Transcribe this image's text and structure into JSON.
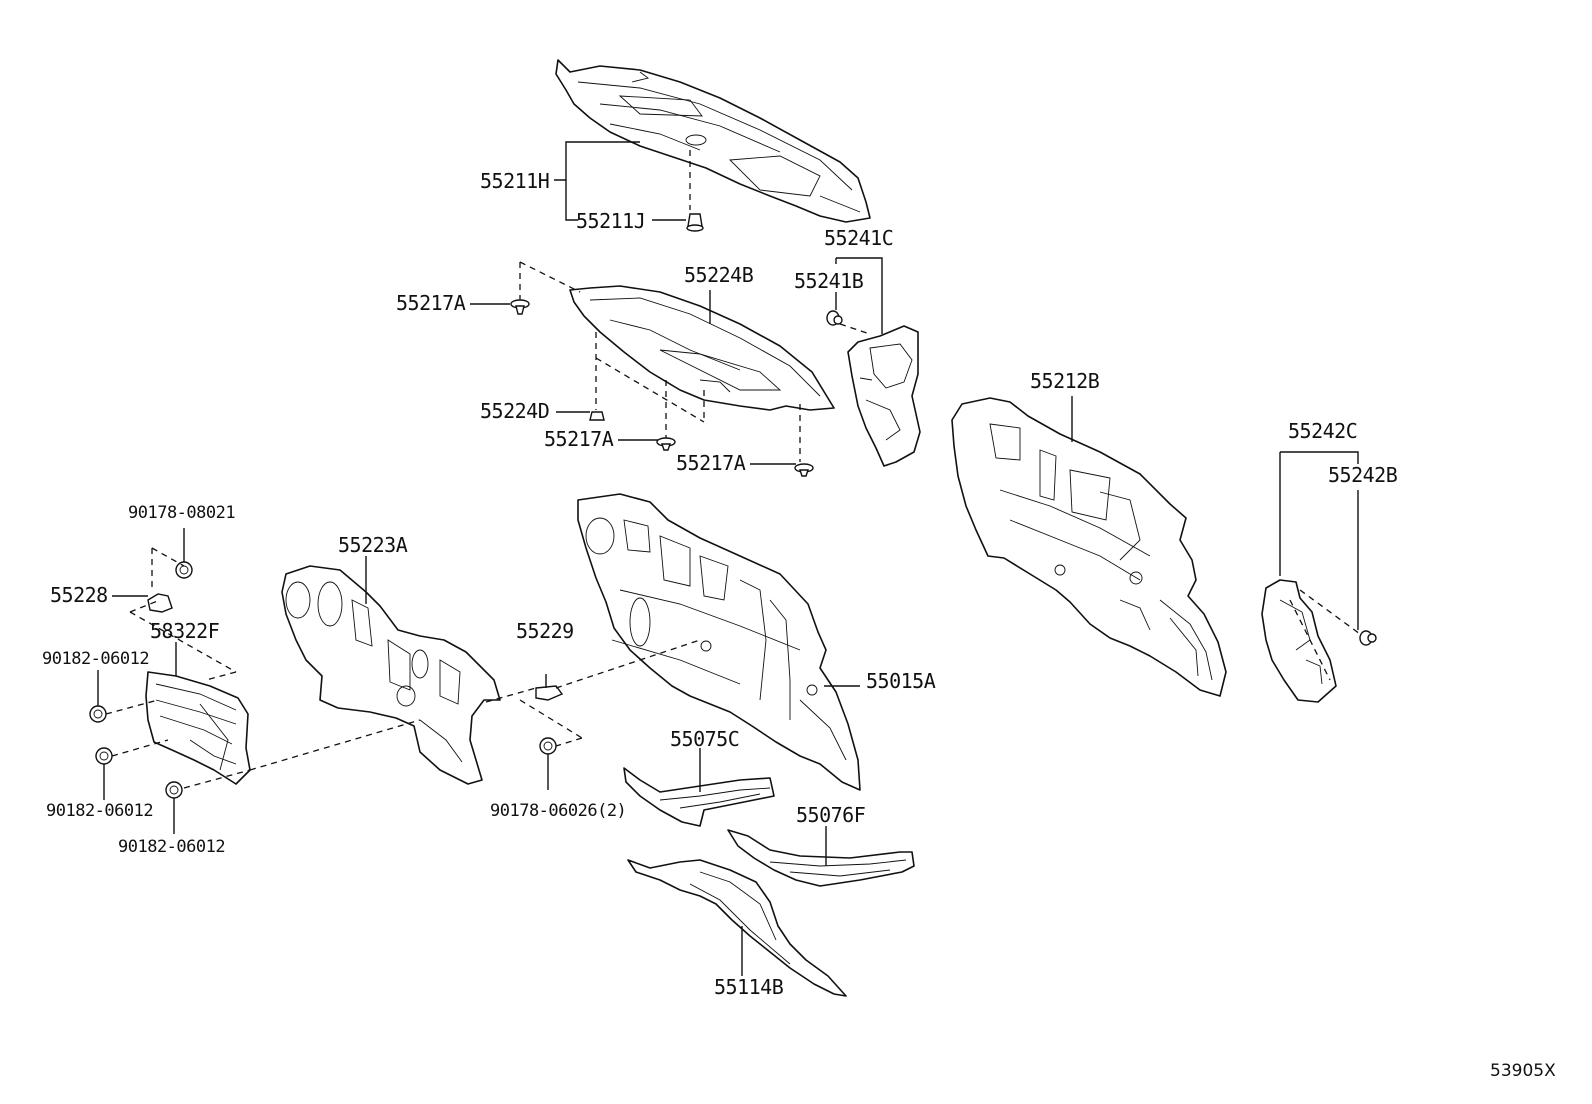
{
  "labels": {
    "p55211H": "55211H",
    "p55211J": "55211J",
    "p55241C": "55241C",
    "p55241B": "55241B",
    "p55224B": "55224B",
    "p55217A_1": "55217A",
    "p55224D": "55224D",
    "p55217A_2": "55217A",
    "p55217A_3": "55217A",
    "p55212B": "55212B",
    "p55242C": "55242C",
    "p55242B": "55242B",
    "p90178_08021": "90178-08021",
    "p55228": "55228",
    "p58322F": "58322F",
    "p90182_06012_1": "90182-06012",
    "p90182_06012_2": "90182-06012",
    "p90182_06012_3": "90182-06012",
    "p55223A": "55223A",
    "p55229": "55229",
    "p90178_06026": "90178-06026(2)",
    "p55015A": "55015A",
    "p55075C": "55075C",
    "p55076F": "55076F",
    "p55114B": "55114B"
  },
  "diagram_code": "53905X"
}
